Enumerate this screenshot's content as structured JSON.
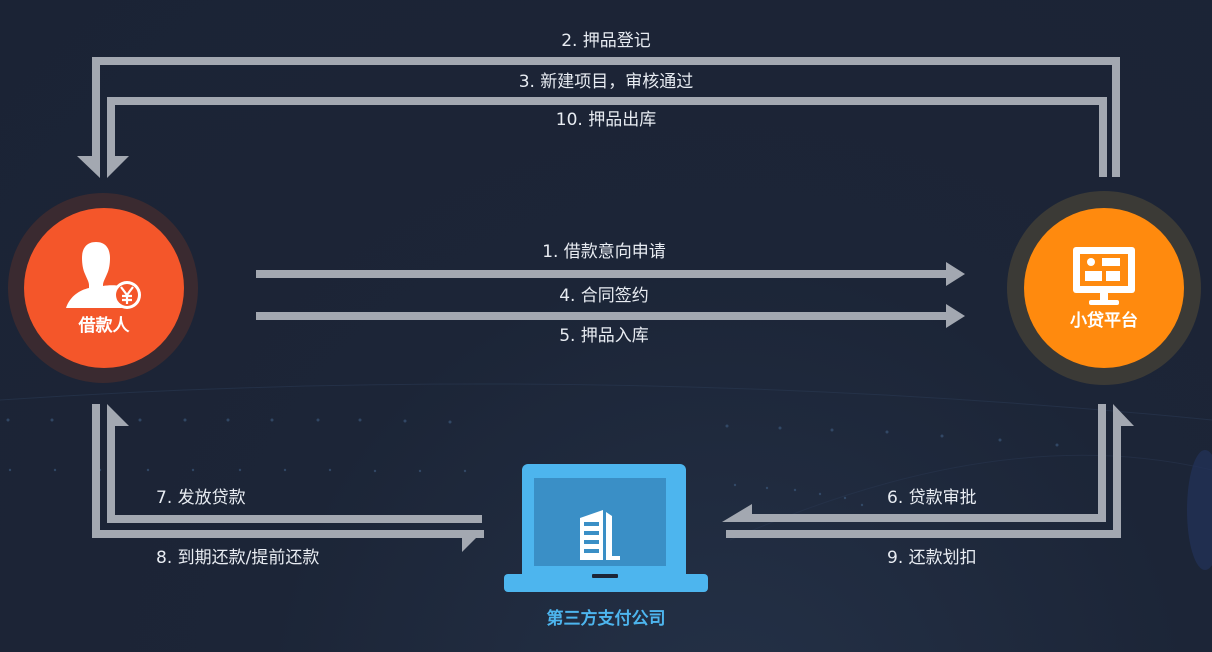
{
  "colors": {
    "background": "#1c2537",
    "arrow": "#a3a8b1",
    "label_text": "#e8ecf2",
    "borrower_fill": "#f4562a",
    "borrower_ring": "#3a2a30",
    "platform_fill": "#ff8a0e",
    "platform_ring": "#3b3a36",
    "payment_blue": "#4db5ee",
    "payment_screen": "#3a8fc6"
  },
  "nodes": {
    "borrower": {
      "label": "借款人",
      "icon": "person-yuan-icon"
    },
    "platform": {
      "label": "小贷平台",
      "icon": "monitor-dashboard-icon"
    },
    "payment": {
      "label": "第三方支付公司",
      "icon": "laptop-building-icon"
    }
  },
  "flows": {
    "step1": "1. 借款意向申请",
    "step2": "2. 押品登记",
    "step3": "3. 新建项目，审核通过",
    "step4": "4. 合同签约",
    "step5": "5. 押品入库",
    "step6": "6. 贷款审批",
    "step7": "7. 发放贷款",
    "step8": "8. 到期还款/提前还款",
    "step9": "9. 还款划扣",
    "step10": "10. 押品出库"
  }
}
